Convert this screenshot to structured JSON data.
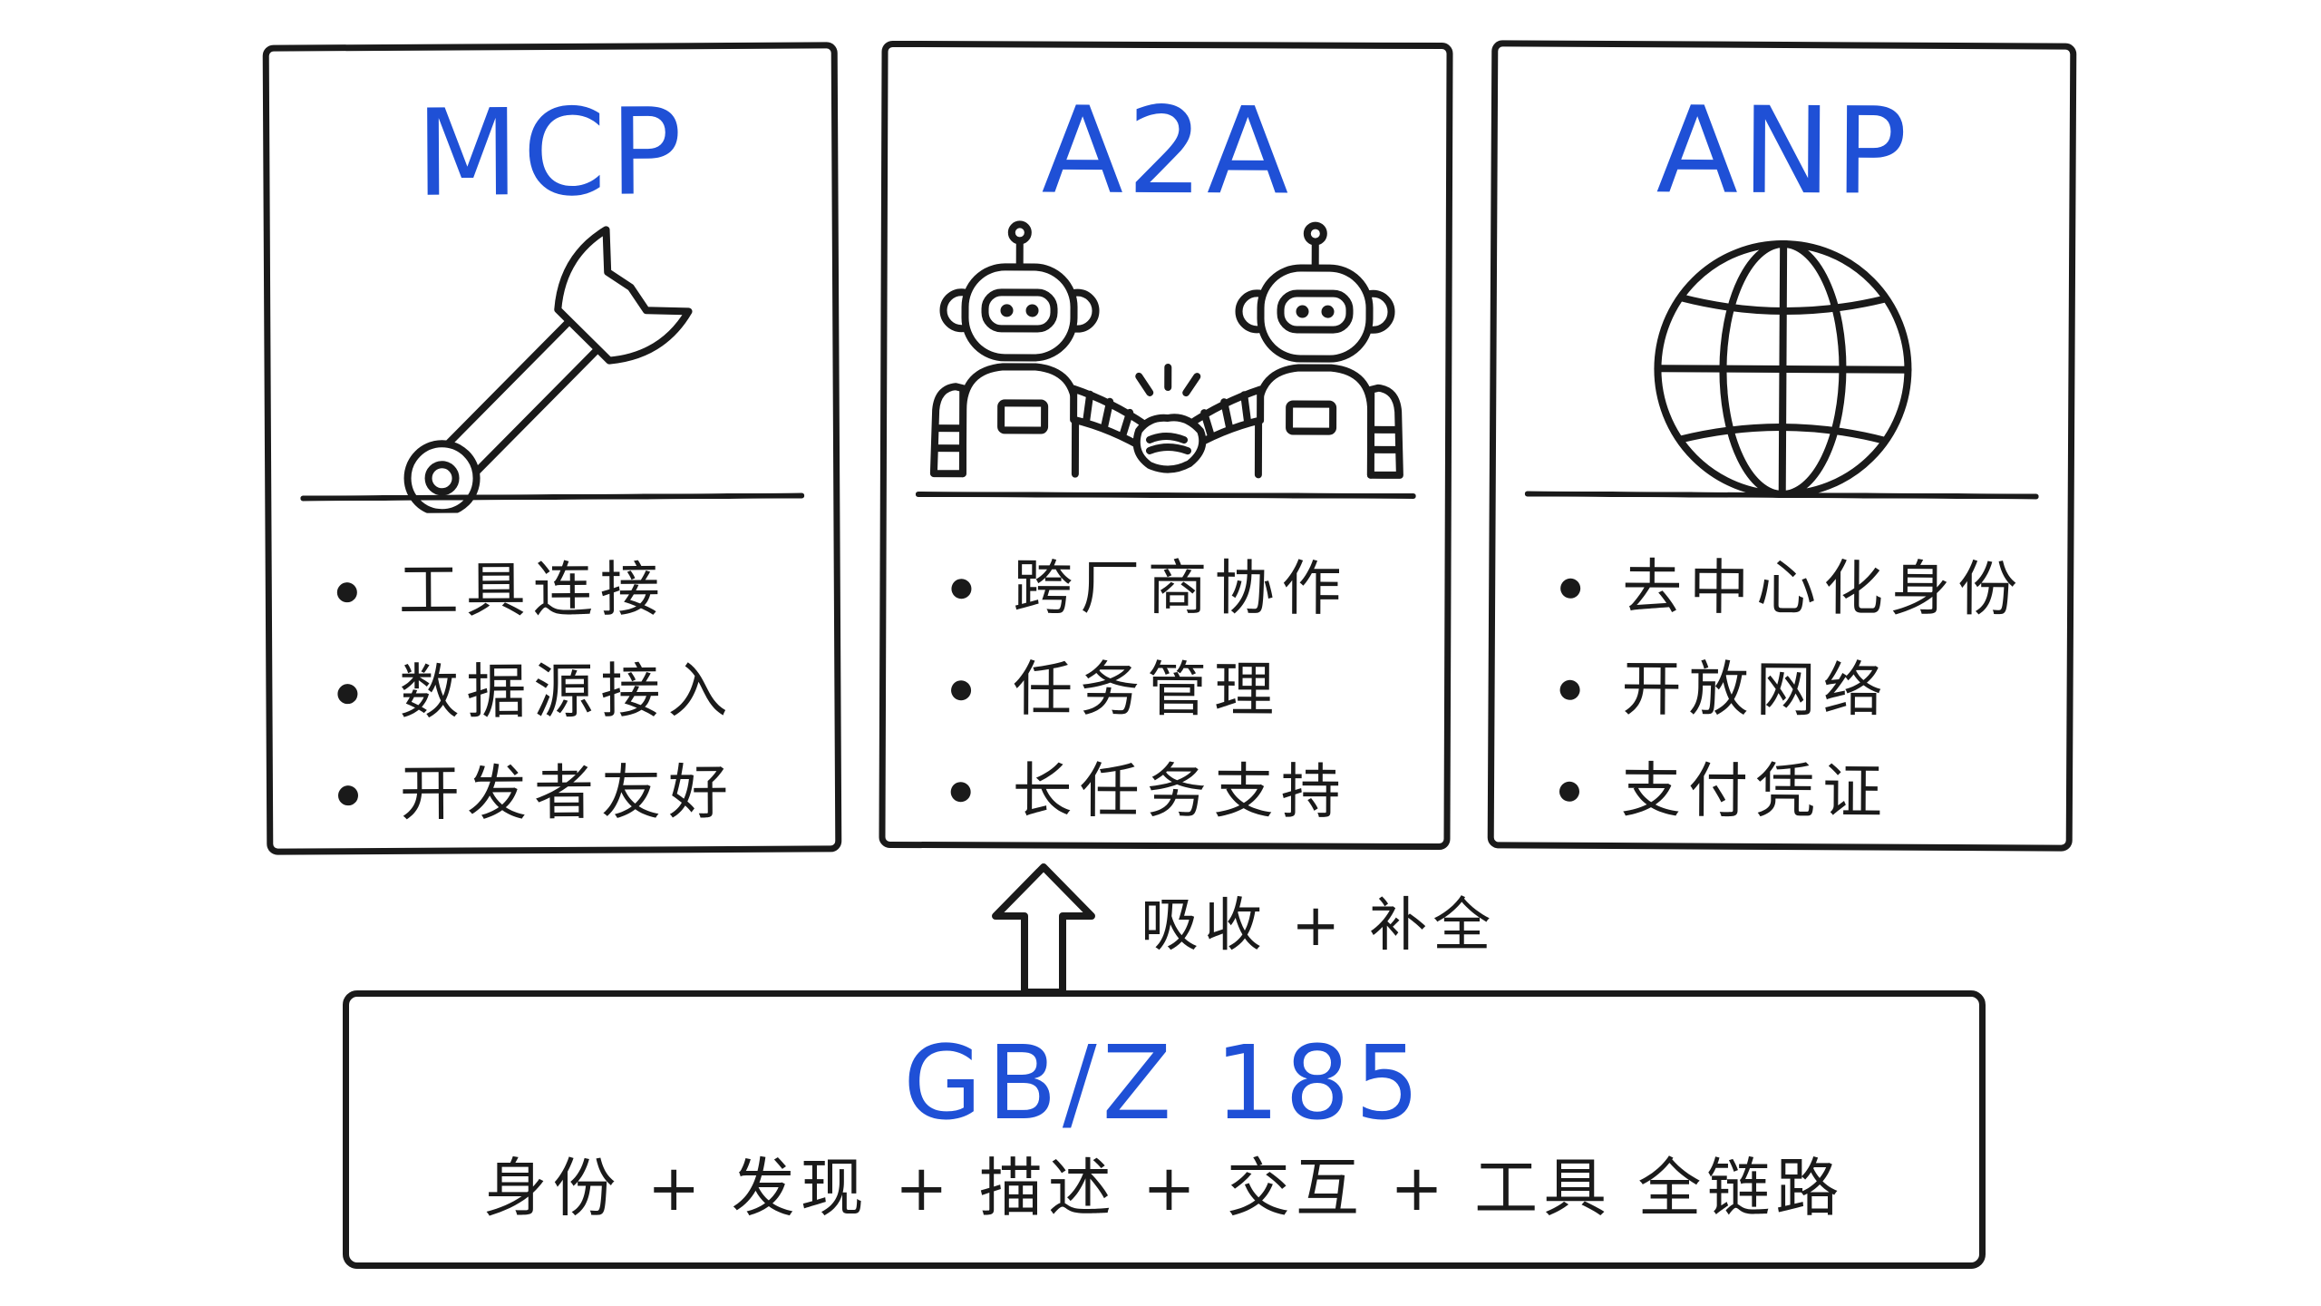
{
  "colors": {
    "accent": "#1f50d6",
    "ink": "#1a1a1a",
    "background": "#ffffff"
  },
  "cards": [
    {
      "title": "MCP",
      "icon": "wrench-icon",
      "features": [
        "工具连接",
        "数据源接入",
        "开发者友好"
      ]
    },
    {
      "title": "A2A",
      "icon": "robots-handshake-icon",
      "features": [
        "跨厂商协作",
        "任务管理",
        "长任务支持"
      ]
    },
    {
      "title": "ANP",
      "icon": "globe-icon",
      "features": [
        "去中心化身份",
        "开放网络",
        "支付凭证"
      ]
    }
  ],
  "arrow": {
    "icon": "up-arrow-icon",
    "label": "吸收 + 补全"
  },
  "standard": {
    "title": "GB/Z 185",
    "subtitle": "身份 + 发现 + 描述 + 交互 + 工具  全链路"
  }
}
